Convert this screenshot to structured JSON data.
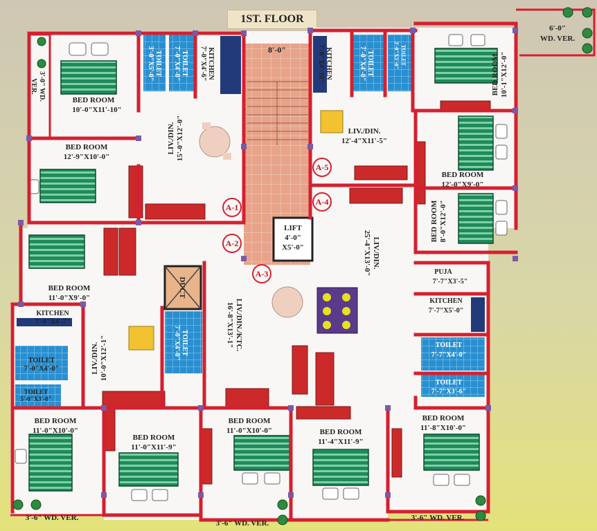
{
  "title": "1ST. FLOOR",
  "flats": [
    "A-1",
    "A-2",
    "A-3",
    "A-4",
    "A-5"
  ],
  "lift": {
    "name": "LIFT",
    "size": "4'-0\"",
    "size2": "X5'-0\""
  },
  "stair_width": "8'-0\"",
  "duct": "DUCT",
  "rooms": {
    "bed_tl": {
      "name": "BED ROOM",
      "dim": "10'-0\"X11'-10\""
    },
    "bed_l2": {
      "name": "BED ROOM",
      "dim": "12'-9\"X10'-0\""
    },
    "bed_l3": {
      "name": "BED ROOM",
      "dim": "11'-0\"X9'-0\""
    },
    "bed_tr": {
      "name": "BED ROOM",
      "dim": "10'-1\"X12'-0\""
    },
    "bed_r2": {
      "name": "BED ROOM",
      "dim": "12'-0\"X9'-0\""
    },
    "bed_r3": {
      "name": "BED ROOM",
      "dim": "8'-0\"X12'-0\""
    },
    "bed_b1": {
      "name": "BED ROOM",
      "dim": "11'-0\"X10'-0\""
    },
    "bed_b2": {
      "name": "BED ROOM",
      "dim": "11'-0\"X11'-9\""
    },
    "bed_b3": {
      "name": "BED ROOM",
      "dim": "11'-0\"X10'-0\""
    },
    "bed_b4": {
      "name": "BED ROOM",
      "dim": "11'-4\"X11'-9\""
    },
    "bed_b5": {
      "name": "BED ROOM",
      "dim": "11'-8\"X10'-0\""
    },
    "liv_a1": {
      "name": "LIV./DIN.",
      "dim": "15'-0\"X12'-0\""
    },
    "liv_a5": {
      "name": "LIV./DIN.",
      "dim": "12'-4\"X11'-5\""
    },
    "liv_a4": {
      "name": "LIV./DIN.",
      "dim": "25'-4\"X13'-0\""
    },
    "liv_a2": {
      "name": "LIV./DIN.",
      "dim": "10'-0\"X12'-1\""
    },
    "liv_a3": {
      "name": "LIV./DIN./KTC.",
      "dim": "16'-8\"X13'-1\""
    },
    "kit_tl": {
      "name": "KITCHEN",
      "dim": "7'-0\"X4'-6\""
    },
    "kit_tr": {
      "name": "KITCHEN",
      "dim": "7'-0\"X4'-10\""
    },
    "kit_l": {
      "name": "KITCHEN",
      "dim": "7'-0\"X4'-7\""
    },
    "kit_r": {
      "name": "KITCHEN",
      "dim": "7'-7\"X5'-0\""
    },
    "toi_1": {
      "name": "TOILET",
      "dim": "3'-0\"X5'-0\""
    },
    "toi_2": {
      "name": "TOILET",
      "dim": "7'-0\"X4'-0\""
    },
    "toi_3": {
      "name": "TOILET",
      "dim": "7'-0\"X4'-0\""
    },
    "toi_4": {
      "name": "TOILET",
      "dim": "3'-0\"X5'-0\""
    },
    "toi_5": {
      "name": "TOILET",
      "dim": "7'-0\"X4'-0\""
    },
    "toi_6": {
      "name": "TOILET",
      "dim": "7'-0\"X4'-0\""
    },
    "toi_7": {
      "name": "TOILET",
      "dim": "7'-7\"X4'-0\""
    },
    "toi_8": {
      "name": "TOILET",
      "dim": "7'-7\"X3'-6\""
    },
    "toi_9": {
      "name": "TOILET",
      "dim": "5'-0\"X3'-0\""
    },
    "puja": {
      "name": "PUJA",
      "dim": "7'-7\"X3'-5\""
    }
  },
  "verandahs": {
    "tr": {
      "dim": "6'-0\"",
      "name": "WD. VER."
    },
    "left": {
      "dim": "3'-0\" WD.",
      "name": "VER."
    },
    "b1": "3'-6\"  WD. VER.",
    "b2": "3'-6\"  WD. VER.",
    "b3": "3'-6\"  WD. VER."
  },
  "colors": {
    "wall": "#d42030",
    "floor": "#f8f7f5",
    "bed": "#1f8a5a",
    "sofa": "#cc2a2a",
    "toilet": "#2a8fd0",
    "stair": "#e7a48a",
    "table": "#f2c230",
    "pillar": "#7a5aa8",
    "duct": "#e8b48a",
    "plant": "#2d8a3e"
  }
}
